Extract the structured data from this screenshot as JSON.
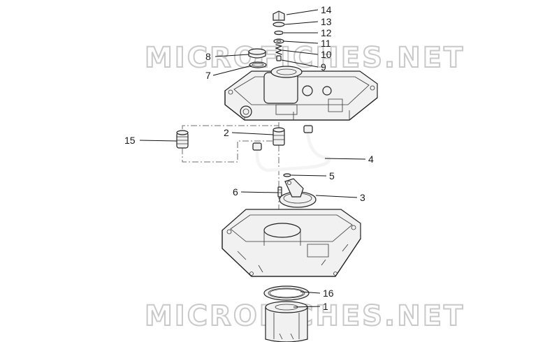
{
  "watermarks": [
    "MICROFICHES.NET",
    "MICROFICHES.NET"
  ],
  "callouts": [
    {
      "num": "14"
    },
    {
      "num": "13"
    },
    {
      "num": "12"
    },
    {
      "num": "11"
    },
    {
      "num": "10"
    },
    {
      "num": "9"
    },
    {
      "num": "8"
    },
    {
      "num": "7"
    },
    {
      "num": "15"
    },
    {
      "num": "2"
    },
    {
      "num": "4"
    },
    {
      "num": "5"
    },
    {
      "num": "6"
    },
    {
      "num": "3"
    },
    {
      "num": "16"
    },
    {
      "num": "1"
    }
  ]
}
